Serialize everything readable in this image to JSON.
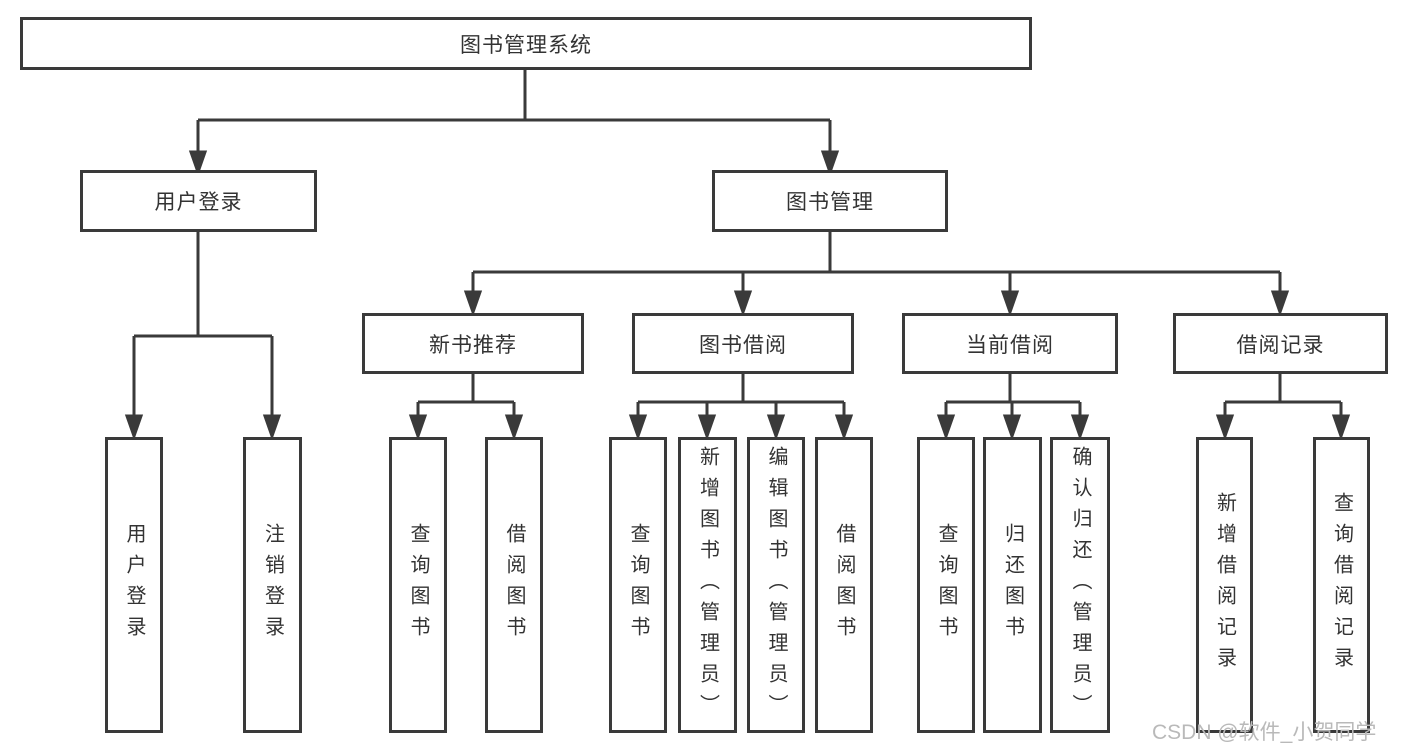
{
  "diagram": {
    "title": "图书管理系统",
    "tree": {
      "root": {
        "label": "图书管理系统",
        "children": [
          {
            "label": "用户登录",
            "children": [
              {
                "label": "用户登录"
              },
              {
                "label": "注销登录"
              }
            ]
          },
          {
            "label": "图书管理",
            "children": [
              {
                "label": "新书推荐",
                "children": [
                  {
                    "label": "查询图书"
                  },
                  {
                    "label": "借阅图书"
                  }
                ]
              },
              {
                "label": "图书借阅",
                "children": [
                  {
                    "label": "查询图书"
                  },
                  {
                    "label": "新增图书（管理员）"
                  },
                  {
                    "label": "编辑图书（管理员）"
                  },
                  {
                    "label": "借阅图书"
                  }
                ]
              },
              {
                "label": "当前借阅",
                "children": [
                  {
                    "label": "查询图书"
                  },
                  {
                    "label": "归还图书"
                  },
                  {
                    "label": "确认归还（管理员）"
                  }
                ]
              },
              {
                "label": "借阅记录",
                "children": [
                  {
                    "label": "新增借阅记录"
                  },
                  {
                    "label": "查询借阅记录"
                  }
                ]
              }
            ]
          }
        ]
      }
    },
    "colors": {
      "line": "#3a3a3a",
      "text": "#333333",
      "watermark": "#b9b9b9",
      "background": "#ffffff"
    }
  },
  "watermark": "CSDN @软件_小贺同学"
}
